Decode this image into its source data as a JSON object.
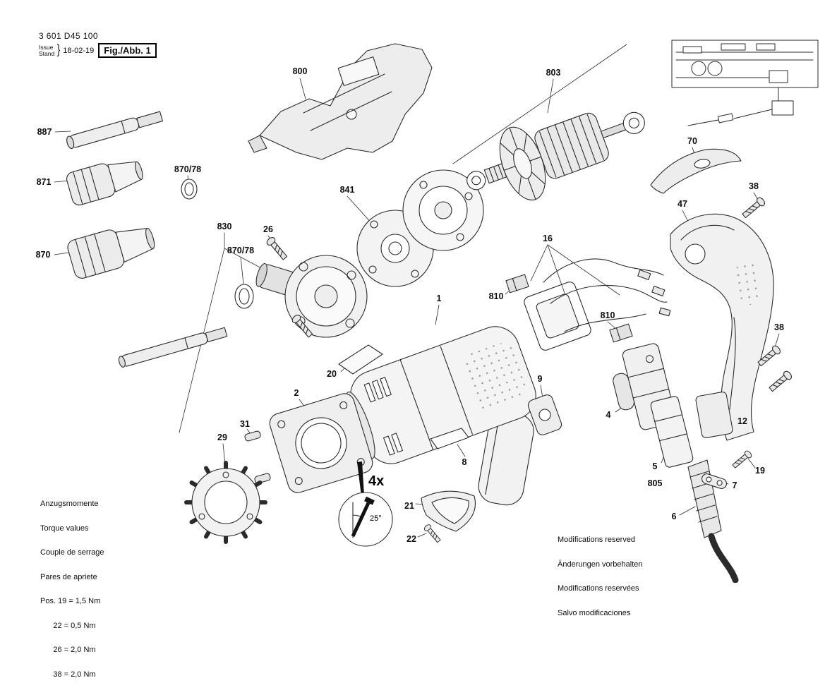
{
  "header": {
    "part_number": "3 601 D45 100",
    "issue_label": "Issue",
    "stand_label": "Stand",
    "brace": "}",
    "issue_date": "18-02-19",
    "figure_label": "Fig./Abb. 1"
  },
  "callouts": [
    {
      "id": "887"
    },
    {
      "id": "871"
    },
    {
      "id": "870"
    },
    {
      "id": "870/78"
    },
    {
      "id": "830"
    },
    {
      "id": "26"
    },
    {
      "id": "870/78"
    },
    {
      "id": "800"
    },
    {
      "id": "841"
    },
    {
      "id": "803"
    },
    {
      "id": "70"
    },
    {
      "id": "38"
    },
    {
      "id": "47"
    },
    {
      "id": "16"
    },
    {
      "id": "810"
    },
    {
      "id": "810"
    },
    {
      "id": "1"
    },
    {
      "id": "20"
    },
    {
      "id": "2"
    },
    {
      "id": "31"
    },
    {
      "id": "29"
    },
    {
      "id": "9"
    },
    {
      "id": "4"
    },
    {
      "id": "12"
    },
    {
      "id": "38"
    },
    {
      "id": "19"
    },
    {
      "id": "7"
    },
    {
      "id": "5"
    },
    {
      "id": "805"
    },
    {
      "id": "6"
    },
    {
      "id": "8"
    },
    {
      "id": "21"
    },
    {
      "id": "22"
    }
  ],
  "annotations": {
    "multiplier": "4x",
    "angle": "25°"
  },
  "torque_note": {
    "lines": [
      "Anzugsmomente",
      "Torque values",
      "Couple de serrage",
      "Pares de apriete",
      "Pos. 19 = 1,5 Nm",
      "      22 = 0,5 Nm",
      "      26 = 2,0 Nm",
      "      38 = 2,0 Nm"
    ]
  },
  "modifications_note": {
    "lines": [
      "Modifications reserved",
      "Änderungen vorbehalten",
      "Modifications reservées",
      "Salvo modificaciones"
    ]
  }
}
